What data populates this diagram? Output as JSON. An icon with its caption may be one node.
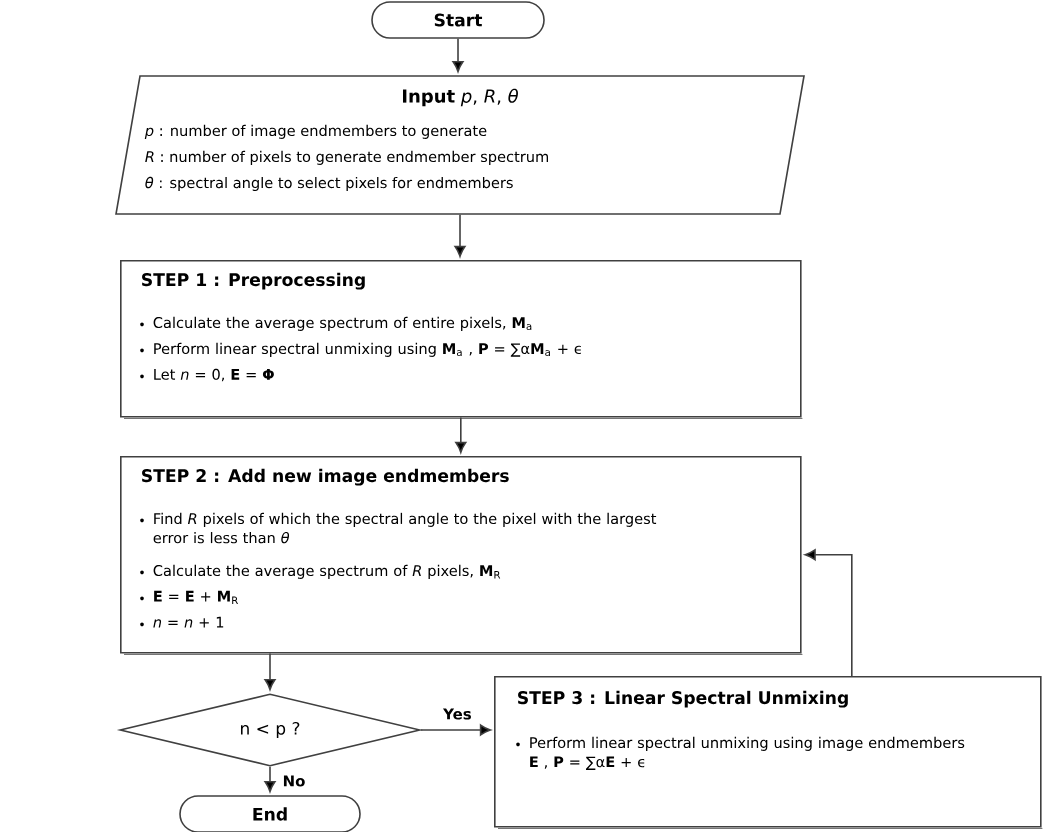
{
  "diagram": {
    "nodes": [
      {
        "text": [
          "Start"
        ]
      },
      {
        "text": [
          "**Input** *p*, *R*, *θ*",
          "*p* : number of image endmembers to generate",
          "*R* : number of pixels to generate endmember spectrum",
          "*θ* : spectral angle to select pixels for endmembers"
        ]
      },
      {
        "text": [
          "STEP 1 : Preprocessing",
          "Calculate the average spectrum of entire pixels, **M**$_{a}$",
          "Perform linear spectral unmixing using **M**$_{a}$ , **P** = ∑α**M**$_{a}$ + ϵ",
          "Let *n* = 0, **E** = **Φ**"
        ]
      },
      {
        "text": [
          "STEP 2 : Add new image endmembers",
          "Find *R* pixels of which the spectral angle to the pixel with the largest error is less than *θ*",
          "Calculate the average spectrum of *R* pixels, **M**$_{R}$",
          "**E** = **E** + **M**$_{R}$",
          "*n* = *n* + 1"
        ]
      },
      {
        "text": [
          "n < p ?"
        ]
      },
      {
        "text": [
          "STEP 3 : Linear Spectral Unmixing",
          "Perform linear spectral unmixing using image endmembers **E** , **P** = ∑α**E** + ϵ"
        ]
      },
      {
        "text": [
          "End"
        ]
      }
    ],
    "edges": [
      {
        "from": 0,
        "to": 1,
        "arrow": "to"
      },
      {
        "from": 1,
        "to": 2,
        "arrow": "to"
      },
      {
        "from": 2,
        "to": 3,
        "arrow": "to"
      },
      {
        "from": 3,
        "to": 4,
        "arrow": "to"
      },
      {
        "from": 4,
        "to": 5,
        "arrow": "to",
        "label": "Yes"
      },
      {
        "from": 4,
        "to": 6,
        "arrow": "to",
        "label": "No"
      },
      {
        "from": 5,
        "to": 3,
        "arrow": "to"
      }
    ]
  }
}
